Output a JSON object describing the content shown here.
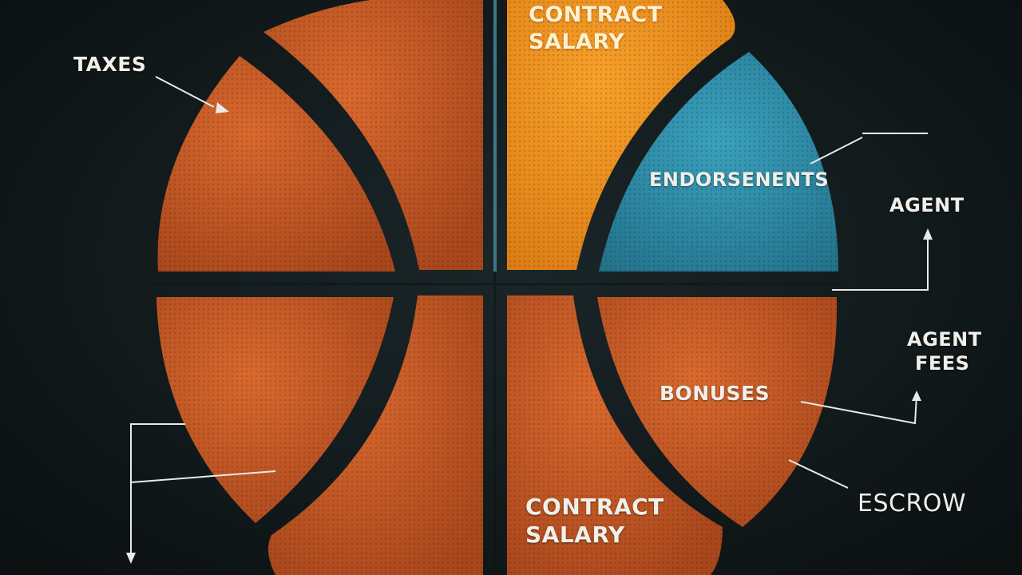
{
  "labels": {
    "contract_salary_top_line1": "CONTRACT",
    "contract_salary_top_line2": "SALARY",
    "taxes": "TAXES",
    "endorsements": "ENDORSENENTS",
    "agent": "AGENT",
    "agent_fees_line1": "AGENT",
    "agent_fees_line2": "FEES",
    "bonuses": "BONUSES",
    "escrow": "ESCROW",
    "contract_salary_bottom_line1": "CONTRACT",
    "contract_salary_bottom_line2": "SALARY"
  },
  "colors": {
    "background": "#101718",
    "leather_orange": "#c75a26",
    "segment_amber": "#f0921e",
    "segment_teal": "#2f8fab",
    "seam": "#0e1618",
    "leader_line": "#e8e8e8"
  }
}
